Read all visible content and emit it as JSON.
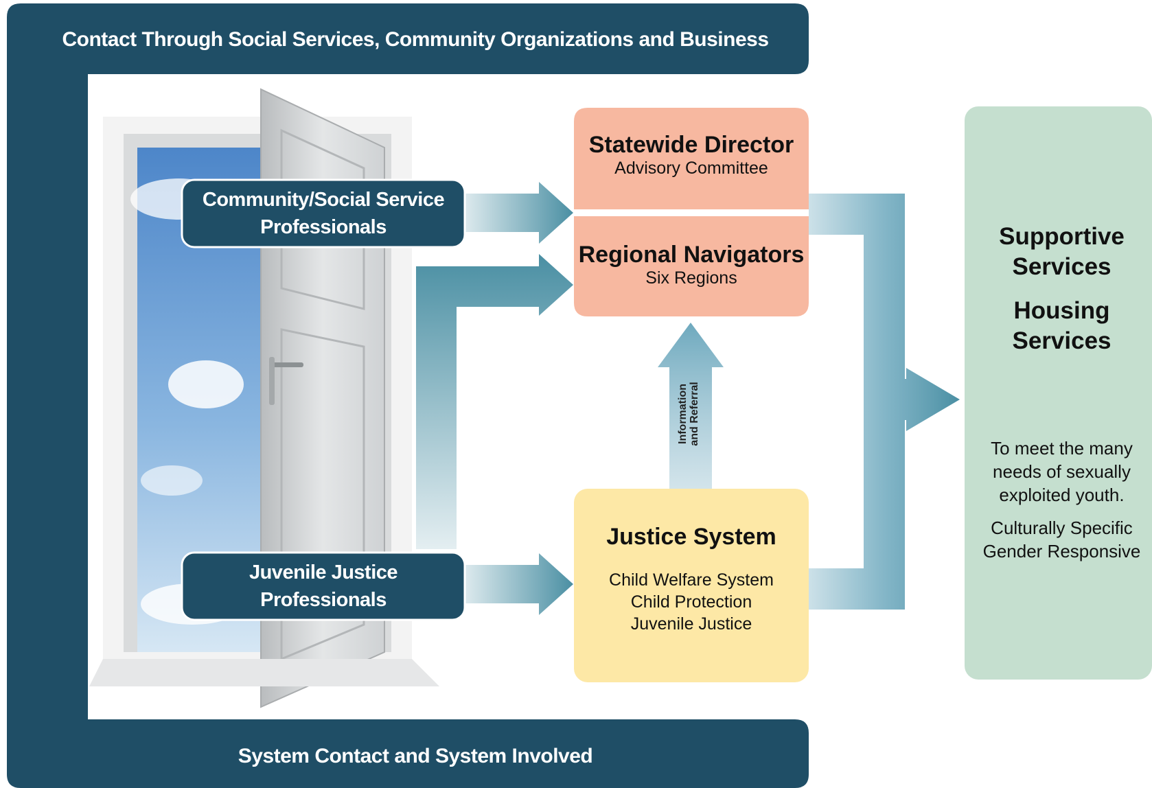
{
  "frame": {
    "top_label": "Contact Through Social Services, Community Organizations and Business",
    "bottom_label": "System Contact and System Involved",
    "color": "#1f4e66"
  },
  "entry_points": [
    {
      "line1": "Community/Social Service",
      "line2": "Professionals"
    },
    {
      "line1": "Juvenile Justice",
      "line2": "Professionals"
    }
  ],
  "navigators": {
    "director_title": "Statewide Director",
    "director_sub": "Advisory Committee",
    "regional_title": "Regional Navigators",
    "regional_sub": "Six Regions",
    "color": "#f7b8a0"
  },
  "justice": {
    "title": "Justice System",
    "items": [
      "Child Welfare System",
      "Child Protection",
      "Juvenile Justice"
    ],
    "color": "#fde8a6"
  },
  "referral_arrow": {
    "line1": "Information",
    "line2": "and Referral"
  },
  "services": {
    "heading1_line1": "Supportive",
    "heading1_line2": "Services",
    "heading2_line1": "Housing",
    "heading2_line2": "Services",
    "desc_line1": "To meet the many",
    "desc_line2": "needs of sexually",
    "desc_line3": "exploited youth.",
    "note_line1": "Culturally Specific",
    "note_line2": "Gender Responsive",
    "color": "#c5dfcf"
  },
  "arrow_color": "#4a8fa3"
}
